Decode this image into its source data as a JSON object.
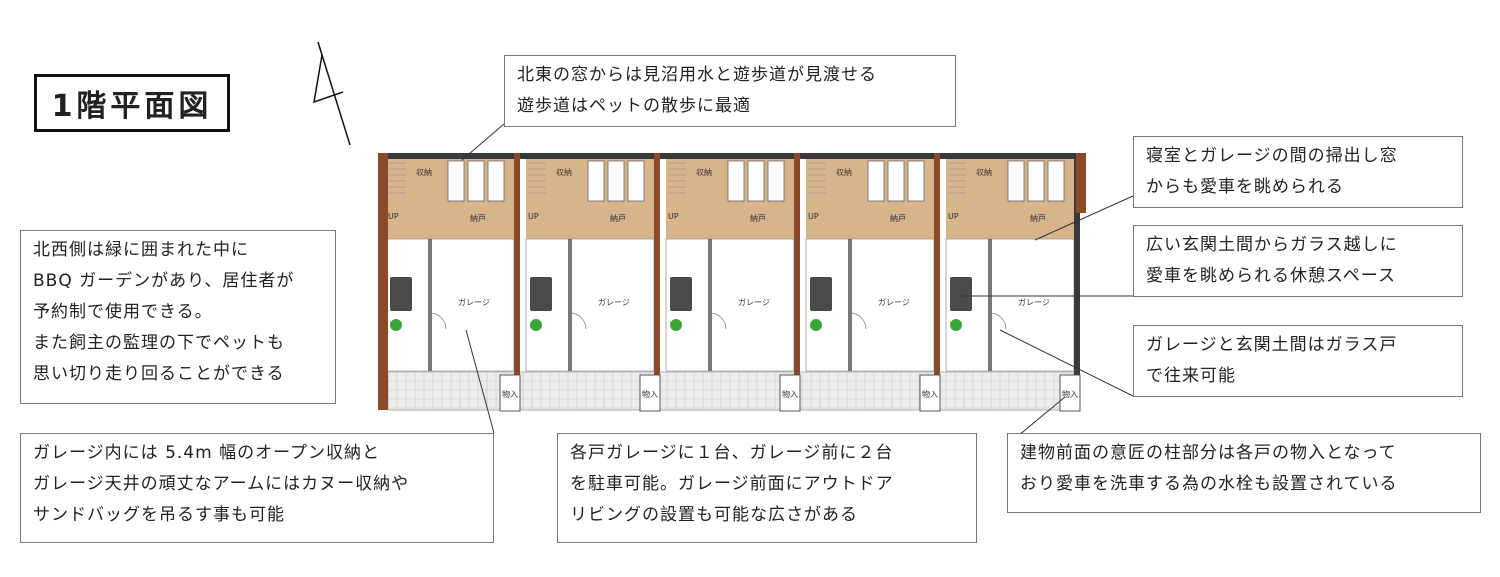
{
  "title": "1階平面図",
  "units": [
    {
      "storage": "収納",
      "closet": "納戸",
      "stair": "UP",
      "garage": "ガレージ",
      "shed": "物入"
    },
    {
      "storage": "収納",
      "closet": "納戸",
      "stair": "UP",
      "garage": "ガレージ",
      "shed": "物入"
    },
    {
      "storage": "収納",
      "closet": "納戸",
      "stair": "UP",
      "garage": "ガレージ",
      "shed": "物入"
    },
    {
      "storage": "収納",
      "closet": "納戸",
      "stair": "UP",
      "garage": "ガレージ",
      "shed": "物入"
    },
    {
      "storage": "収納",
      "closet": "納戸",
      "stair": "UP",
      "garage": "ガレージ",
      "shed": "物入"
    }
  ],
  "callouts": {
    "northeast": [
      "北東の窓からは見沼用水と遊歩道が見渡せる",
      "遊歩道はペットの散歩に最適"
    ],
    "bedroom": [
      "寝室とガレージの間の掃出し窓",
      "からも愛車を眺められる"
    ],
    "entrance": [
      "広い玄関土間からガラス越しに",
      "愛車を眺められる休憩スペース"
    ],
    "glassdoor": [
      "ガレージと玄関土間はガラス戸",
      "で往来可能"
    ],
    "northwest": [
      "北西側は緑に囲まれた中に",
      "BBQ ガーデンがあり、居住者が",
      "予約制で使用できる。",
      "また飼主の監理の下でペットも",
      "思い切り走り回ることができる"
    ],
    "garage_storage": [
      "ガレージ内には 5.4m 幅のオープン収納と",
      "ガレージ天井の頑丈なアームにはカヌー収納や",
      "サンドバッグを吊るす事も可能"
    ],
    "parking": [
      "各戸ガレージに１台、ガレージ前に２台",
      "を駐車可能。ガレージ前面にアウトドア",
      "リビングの設置も可能な広さがある"
    ],
    "pillar": [
      "建物前面の意匠の柱部分は各戸の物入となって",
      "おり愛車を洗車する為の水栓も設置されている"
    ]
  },
  "colors": {
    "wood": "#d8b48c",
    "wall": "#3a3a3a",
    "brick": "#8a4a2a",
    "tile": "#ececec",
    "green": "#3aa63a"
  }
}
